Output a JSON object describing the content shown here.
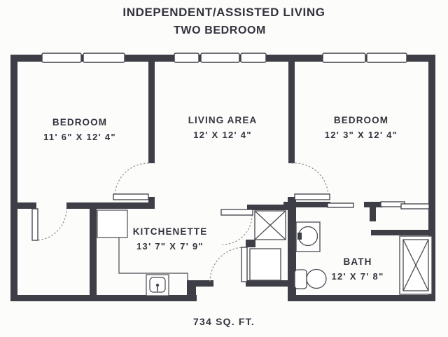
{
  "header": {
    "title": "INDEPENDENT/ASSISTED LIVING",
    "subtitle": "TWO BEDROOM"
  },
  "rooms": {
    "bedroom_left": {
      "name": "BEDROOM",
      "dims": "11' 6\" X 12' 4\""
    },
    "living_area": {
      "name": "LIVING AREA",
      "dims": "12' X 12' 4\""
    },
    "bedroom_right": {
      "name": "BEDROOM",
      "dims": "12' 3\" X 12' 4\""
    },
    "kitchenette": {
      "name": "KITCHENETTE",
      "dims": "13' 7\" X 7' 9\""
    },
    "bath": {
      "name": "BATH",
      "dims": "12' X 7' 8\""
    }
  },
  "footer": {
    "area": "734 SQ. FT."
  },
  "colors": {
    "wall": "#3e3e46",
    "text": "#33333e",
    "background": "#fcfcfb",
    "door_arc": "#8c8c8c"
  }
}
